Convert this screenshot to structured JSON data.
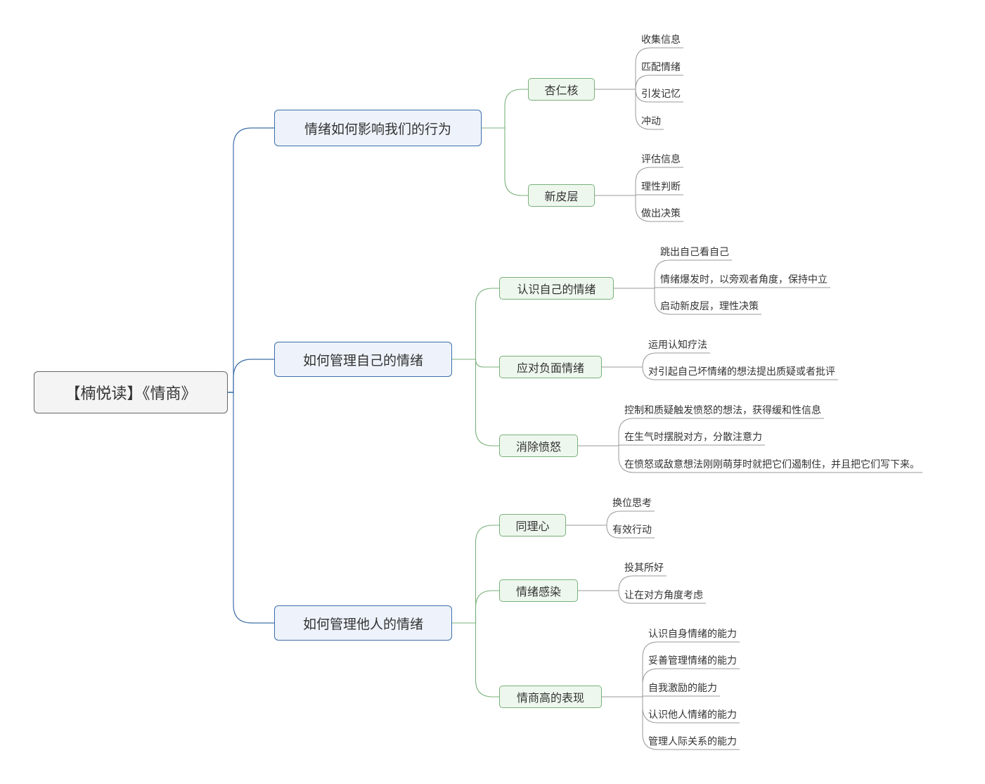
{
  "root": {
    "label": "【楠悦读】《情商》"
  },
  "branches": [
    {
      "label": "情绪如何影响我们的行为",
      "children": [
        {
          "label": "杏仁核",
          "leaves": [
            "收集信息",
            "匹配情绪",
            "引发记忆",
            "冲动"
          ]
        },
        {
          "label": "新皮层",
          "leaves": [
            "评估信息",
            "理性判断",
            "做出决策"
          ]
        }
      ]
    },
    {
      "label": "如何管理自己的情绪",
      "children": [
        {
          "label": "认识自己的情绪",
          "leaves": [
            "跳出自己看自己",
            "情绪爆发时，以旁观者角度，保持中立",
            "启动新皮层，理性决策"
          ]
        },
        {
          "label": "应对负面情绪",
          "leaves": [
            "运用认知疗法",
            "对引起自己坏情绪的想法提出质疑或者批评"
          ]
        },
        {
          "label": "消除愤怒",
          "leaves": [
            "控制和质疑触发愤怒的想法，获得缓和性信息",
            "在生气时摆脱对方，分散注意力",
            "在愤怒或敌意想法刚刚萌芽时就把它们遏制住，并且把它们写下来。"
          ]
        }
      ]
    },
    {
      "label": "如何管理他人的情绪",
      "children": [
        {
          "label": "同理心",
          "leaves": [
            "换位思考",
            "有效行动"
          ]
        },
        {
          "label": "情绪感染",
          "leaves": [
            "投其所好",
            "让在对方角度考虑"
          ]
        },
        {
          "label": "情商高的表现",
          "leaves": [
            "认识自身情绪的能力",
            "妥善管理情绪的能力",
            "自我激励的能力",
            "认识他人情绪的能力",
            "管理人际关系的能力"
          ]
        }
      ]
    }
  ],
  "colors": {
    "root_border": "#666666",
    "main_line": "#3d6fa8",
    "sub_line": "#78b07a",
    "leaf_line": "#999999"
  }
}
